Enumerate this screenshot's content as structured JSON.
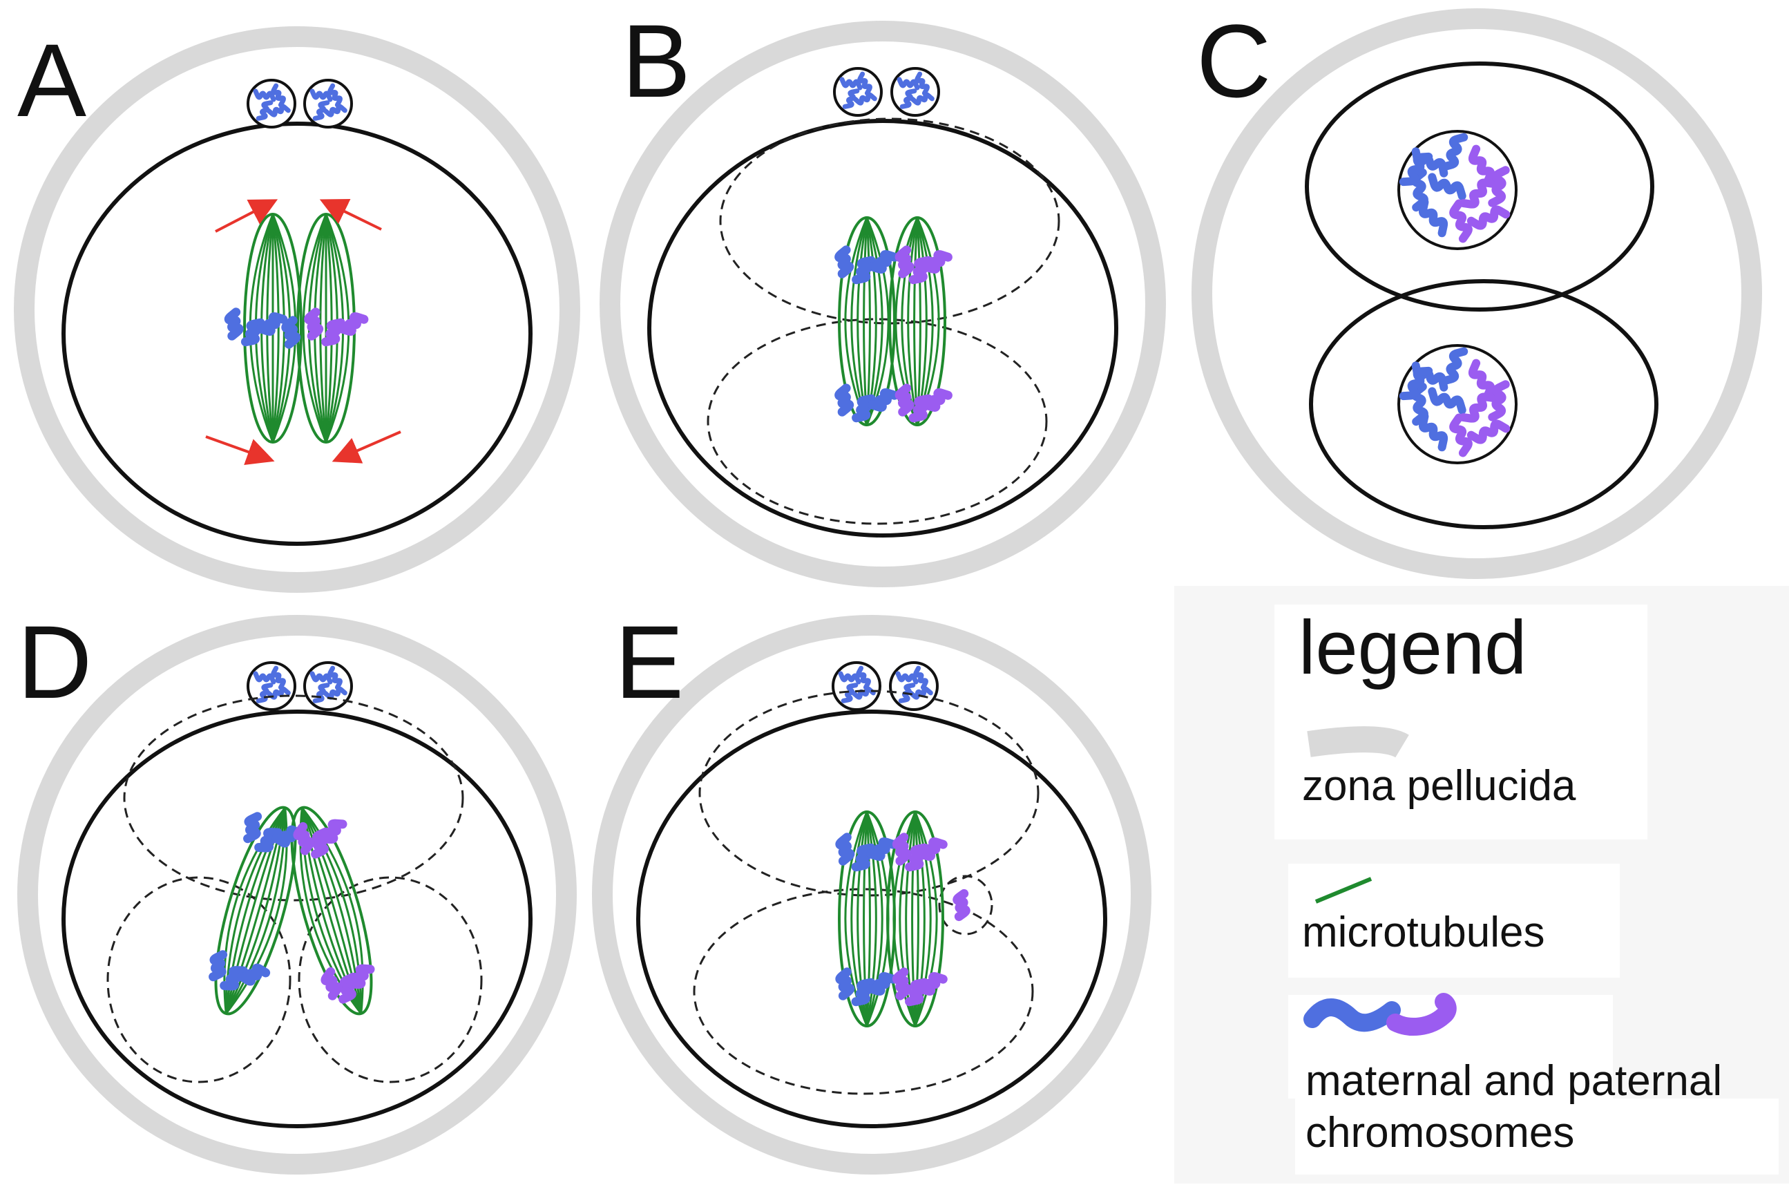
{
  "panels": {
    "A": {
      "letter": "A"
    },
    "B": {
      "letter": "B"
    },
    "C": {
      "letter": "C"
    },
    "D": {
      "letter": "D"
    },
    "E": {
      "letter": "E"
    }
  },
  "legend": {
    "title": "legend",
    "zona_label": "zona pellucida",
    "microtubules_label": "microtubules",
    "chromosomes_label_line1": "maternal and paternal",
    "chromosomes_label_line2": "chromosomes"
  },
  "colors": {
    "zona": "#d9d9d9",
    "membrane": "#111111",
    "microtubule": "#1f8a2e",
    "maternal": "#4f6fe0",
    "paternal": "#9b5cf0",
    "arrow": "#e8342c",
    "legend_bg": "#f5f5f5"
  }
}
